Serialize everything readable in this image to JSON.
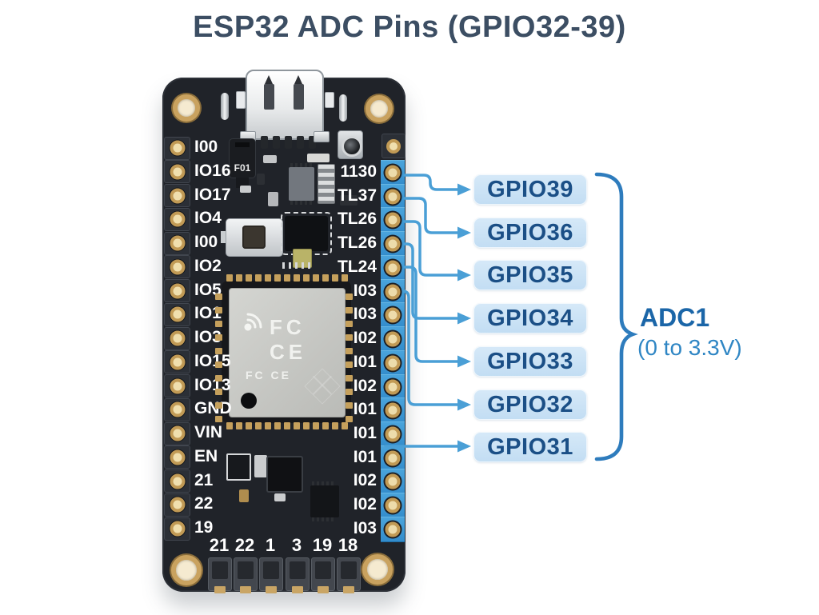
{
  "title": "ESP32 ADC Pins (GPIO32-39)",
  "board": {
    "left_pins": [
      "I00",
      "IO16",
      "IO17",
      "IO4",
      "I00",
      "IO2",
      "IO5",
      "IO1",
      "IO3",
      "IO15",
      "IO13",
      "GND",
      "VIN",
      "EN",
      "21",
      "22",
      "19"
    ],
    "right_pins": [
      "1130",
      "TL37",
      "TL26",
      "TL26",
      "TL24",
      "I03",
      "I03",
      "I02",
      "I01",
      "I02",
      "I01",
      "I01",
      "I01",
      "I02",
      "I02",
      "I03"
    ],
    "bottom_pads": [
      "21",
      "22",
      "1",
      "3",
      "19",
      "18"
    ],
    "fuse_label": "F01",
    "module_marks_large": "FC CE",
    "module_marks_small": "FC CE"
  },
  "callouts": [
    "GPIO39",
    "GPIO36",
    "GPIO35",
    "GPIO34",
    "GPIO33",
    "GPIO32",
    "GPIO31"
  ],
  "group": {
    "label": "ADC1",
    "range": "(0 to 3.3V)"
  },
  "colors": {
    "wire": "#4a9fd6",
    "arrow": "#4a9fd6",
    "brace": "#2e7cbd",
    "box_fill": "#cbe3f6",
    "box_text": "#1b4f86",
    "title": "#3c4e63"
  }
}
